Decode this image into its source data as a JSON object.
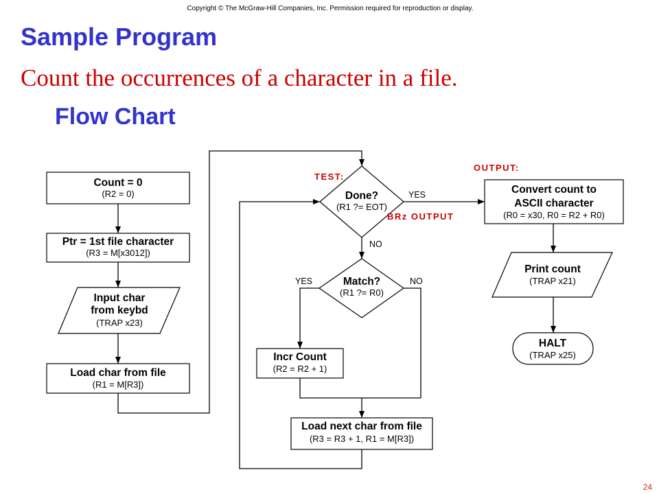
{
  "slide": {
    "copyright": "Copyright © The McGraw-Hill Companies, Inc. Permission required for reproduction or display.",
    "title": "Sample Program",
    "subtitle": "Count the occurrences of a character in a file.",
    "section_heading": "Flow Chart",
    "page_number": "24"
  },
  "colors": {
    "title": "#3333CC",
    "subtitle": "#CC0000",
    "annotation": "#CC0000",
    "page_number": "#CC3300",
    "diagram_line": "#000000",
    "background": "#FFFFFF"
  },
  "flowchart": {
    "nodes": {
      "count_init": {
        "shape": "process",
        "title": [
          "Count = 0"
        ],
        "detail": "(R2 = 0)"
      },
      "ptr_init": {
        "shape": "process",
        "title": [
          "Ptr = 1st file character"
        ],
        "detail": "(R3 = M[x3012])"
      },
      "input_char": {
        "shape": "input-output",
        "title": [
          "Input char",
          "from keybd"
        ],
        "detail": "(TRAP x23)"
      },
      "load_char": {
        "shape": "process",
        "title": [
          "Load char from file"
        ],
        "detail": "(R1 = M[R3])"
      },
      "done_test": {
        "shape": "decision",
        "title": [
          "Done?"
        ],
        "detail": "(R1 ?= EOT)"
      },
      "match_test": {
        "shape": "decision",
        "title": [
          "Match?"
        ],
        "detail": "(R1 ?= R0)"
      },
      "incr_count": {
        "shape": "process",
        "title": [
          "Incr Count"
        ],
        "detail": "(R2 = R2 + 1)"
      },
      "load_next": {
        "shape": "process",
        "title": [
          "Load next char from file"
        ],
        "detail": "(R3 = R3 + 1, R1 = M[R3])"
      },
      "convert": {
        "shape": "process",
        "title": [
          "Convert count to",
          "ASCII character"
        ],
        "detail": "(R0 = x30, R0 = R2 + R0)"
      },
      "print_count": {
        "shape": "input-output",
        "title": [
          "Print count"
        ],
        "detail": "(TRAP x21)"
      },
      "halt": {
        "shape": "terminal",
        "title": [
          "HALT"
        ],
        "detail": "(TRAP x25)"
      }
    },
    "edge_labels": {
      "done_yes": "YES",
      "done_no": "NO",
      "match_yes": "YES",
      "match_no": "NO"
    },
    "annotations": {
      "test": "TEST:",
      "brz_output": "BRz OUTPUT",
      "output": "OUTPUT:"
    }
  }
}
